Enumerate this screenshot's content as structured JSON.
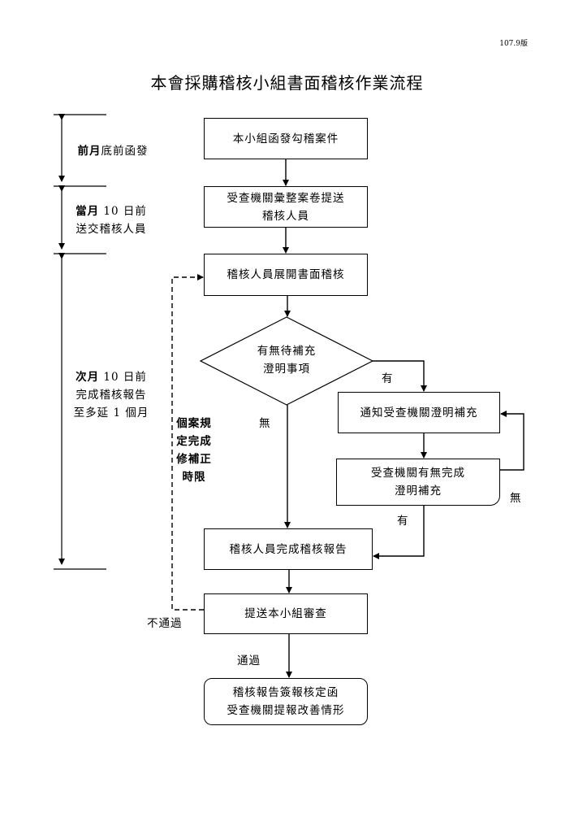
{
  "header": {
    "version": "107.9版",
    "title": "本會採購稽核小組書面稽核作業流程"
  },
  "timeline": {
    "phase1": {
      "bold": "前月",
      "rest": "底前函發"
    },
    "phase2": {
      "bold": "當月",
      "line1_rest": " 10 日前",
      "line2": "送交稽核人員"
    },
    "phase3": {
      "bold": "次月",
      "line1_rest": " 10 日前",
      "line2": "完成稽核報告",
      "line3": "至多延 1 個月"
    }
  },
  "flow": {
    "step1": "本小組函發勾稽案件",
    "step2_line1": "受查機關彙整案卷提送",
    "step2_line2": "稽核人員",
    "step3": "稽核人員展開書面稽核",
    "decision_line1": "有無待補充",
    "decision_line2": "澄明事項",
    "notify": "通知受查機關澄明補充",
    "check_line1": "受查機關有無完成",
    "check_line2": "澄明補充",
    "report": "稽核人員完成稽核報告",
    "review": "提送本小組審查",
    "final_line1": "稽核報告簽報核定函",
    "final_line2": "受查機關提報改善情形"
  },
  "labels": {
    "yes_right": "有",
    "no_down": "無",
    "yes_down": "有",
    "no_loop": "無",
    "fail": "不通過",
    "pass": "通過",
    "deadline_line1": "個案規",
    "deadline_line2": "定完成",
    "deadline_line3": "修補正",
    "deadline_line4": "時限"
  }
}
